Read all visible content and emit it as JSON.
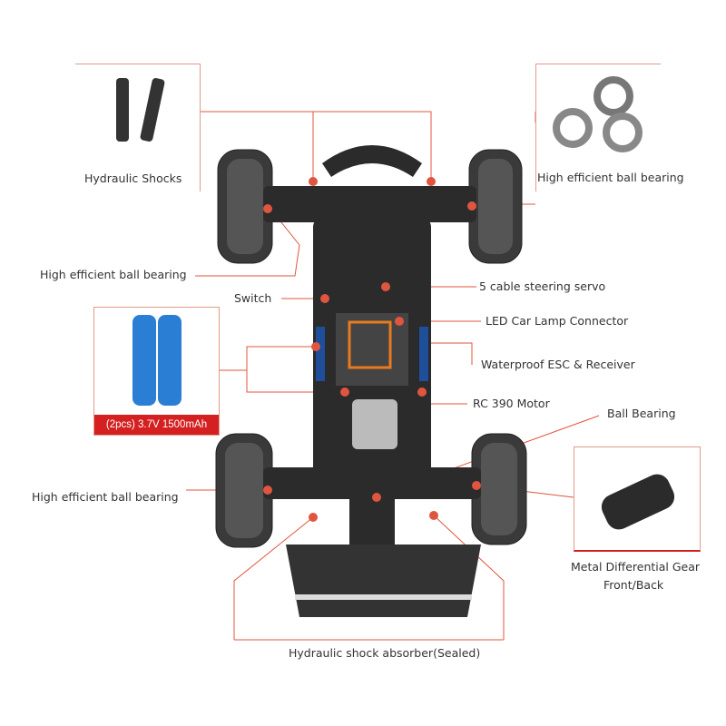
{
  "accent_color": "#e0553f",
  "callouts": {
    "hydraulic_shocks": "Hydraulic Shocks",
    "top_bearing": "High efficient ball bearing",
    "left_front_bearing": "High efficient ball bearing",
    "switch": "Switch",
    "steering_servo": "5 cable steering servo",
    "led_connector": "LED Car Lamp Connector",
    "esc_receiver": "Waterproof ESC & Receiver",
    "motor": "RC 390 Motor",
    "ball_bearing": "Ball Bearing",
    "left_rear_bearing": "High efficient ball bearing",
    "shock_absorber": "Hydraulic shock absorber(Sealed)",
    "differential_line1": "Metal Differential Gear",
    "differential_line2": "Front/Back"
  },
  "battery": {
    "banner": "(2pcs)  3.7V 1500mAh"
  }
}
